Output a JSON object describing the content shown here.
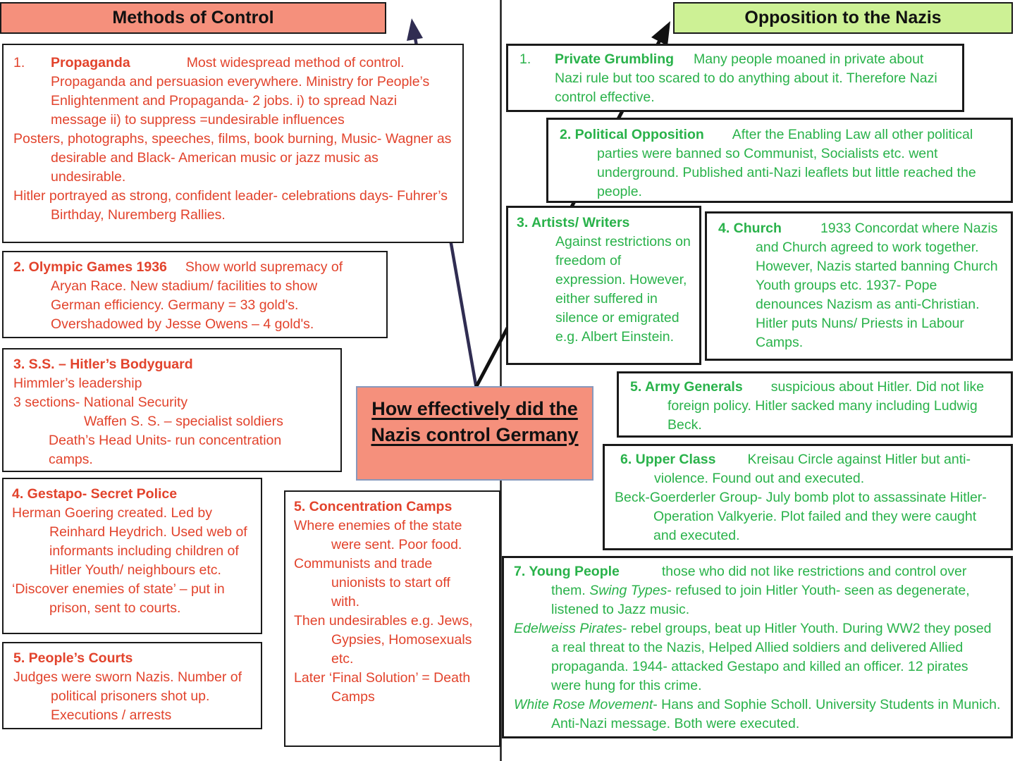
{
  "colors": {
    "red_text": "#e2432c",
    "green_text": "#29b24a",
    "salmon_fill": "#f5907c",
    "light_green_fill": "#cdf195",
    "center_border": "#8898bc",
    "navy_arrow": "#302d52",
    "black_line": "#1a1a1a"
  },
  "center": {
    "line1": "How effectively did the",
    "line2": "Nazis control Germany"
  },
  "left": {
    "header": "Methods of Control",
    "boxes": {
      "propaganda": {
        "num": "1.",
        "title": "Propaganda",
        "body1": "Most widespread method of control. Propaganda and persuasion everywhere. Ministry for People’s Enlightenment and Propaganda- 2 jobs. i) to spread Nazi message ii) to suppress =undesirable influences",
        "body2": "Posters, photographs, speeches, films, book burning, Music- Wagner as desirable and Black- American music or jazz music as undesirable.",
        "body3": "Hitler portrayed as strong, confident leader- celebrations days- Fuhrer’s Birthday, Nuremberg Rallies."
      },
      "olympic": {
        "title": "2. Olympic Games 1936",
        "body": "Show world supremacy of Aryan Race. New stadium/ facilities to show German efficiency. Germany = 33 gold's. Overshadowed by Jesse Owens – 4 gold's."
      },
      "ss": {
        "title": "3. S.S. – Hitler’s Bodyguard",
        "line1": "Himmler’s leadership",
        "line2": "3 sections- National Security",
        "line3": "Waffen S. S. – specialist soldiers",
        "line4": "Death’s Head Units- run concentration camps."
      },
      "gestapo": {
        "title": "4. Gestapo- Secret Police",
        "body1": "Herman Goering created. Led by Reinhard Heydrich. Used web of informants including children of Hitler Youth/ neighbours etc.",
        "body2": "‘Discover enemies of state’ – put in prison, sent to courts."
      },
      "courts": {
        "title": "5. People’s Courts",
        "body": "Judges were sworn Nazis. Number of political prisoners shot up. Executions / arrests"
      },
      "camps": {
        "title": "5. Concentration Camps",
        "body1": "Where enemies of the state were sent. Poor food.",
        "body2": "Communists and trade unionists to start off with.",
        "body3": "Then undesirables e.g. Jews, Gypsies, Homosexuals etc.",
        "body4": "Later ‘Final Solution’ = Death Camps"
      }
    }
  },
  "right": {
    "header": "Opposition to the Nazis",
    "boxes": {
      "grumbling": {
        "num": "1.",
        "title": "Private Grumbling",
        "body": "Many people moaned in private about Nazi rule but too scared to do anything about it. Therefore Nazi control effective."
      },
      "political": {
        "title": "2. Political Opposition",
        "body": "After the Enabling Law all other political parties were banned so Communist, Socialists etc. went underground. Published anti-Nazi leaflets but little reached the people."
      },
      "artists": {
        "title": "3. Artists/ Writers",
        "body": "Against restrictions on freedom of expression. However, either suffered in silence or emigrated e.g. Albert Einstein."
      },
      "church": {
        "title": "4. Church",
        "body": "1933 Concordat where Nazis and Church agreed to work together. However, Nazis started banning Church Youth groups etc. 1937- Pope denounces Nazism as anti-Christian. Hitler puts Nuns/ Priests in Labour Camps."
      },
      "army": {
        "title": "5. Army Generals",
        "body": "suspicious about Hitler. Did not like foreign policy. Hitler sacked many including Ludwig Beck."
      },
      "upper": {
        "title": "6. Upper Class",
        "body1": "Kreisau Circle against Hitler but anti-violence. Found out and executed.",
        "body2": "Beck-Goerderler Group- July bomb plot to assassinate Hitler- Operation Valkyerie. Plot failed and they were caught and executed."
      },
      "young": {
        "title": "7. Young People",
        "intro": "those who did not like restrictions and control over them. ",
        "swing_label": "Swing Types",
        "swing_text": "- refused to join Hitler Youth- seen as degenerate, listened to Jazz music.",
        "edelweiss_label": "Edelweiss Pirates",
        "edelweiss_text": "- rebel groups, beat up Hitler Youth. During WW2 they posed a real threat to the Nazis, Helped Allied soldiers and delivered Allied propaganda. 1944- attacked Gestapo and killed an officer. 12 pirates were hung for this crime.",
        "whiterose_label": "White Rose Movement",
        "whiterose_text": "- Hans and Sophie Scholl. University Students in Munich. Anti-Nazi message. Both were executed."
      }
    }
  }
}
